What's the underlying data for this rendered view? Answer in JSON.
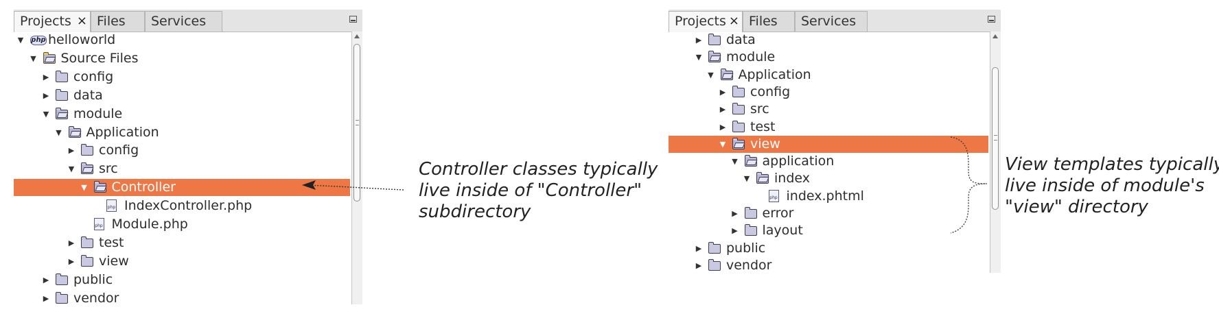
{
  "left_panel": {
    "tabs": [
      {
        "label": "Projects",
        "active": true,
        "close": "×"
      },
      {
        "label": "Files",
        "active": false
      },
      {
        "label": "Services",
        "active": false
      }
    ],
    "rows": [
      {
        "label": "helloworld",
        "level": 0,
        "toggle": "open",
        "icon": "php-project-icon"
      },
      {
        "label": "Source Files",
        "level": 1,
        "toggle": "open",
        "icon": "source-folder-icon"
      },
      {
        "label": "config",
        "level": 2,
        "toggle": "closed",
        "icon": "folder-icon"
      },
      {
        "label": "data",
        "level": 2,
        "toggle": "closed",
        "icon": "folder-icon"
      },
      {
        "label": "module",
        "level": 2,
        "toggle": "open",
        "icon": "folder-open-icon"
      },
      {
        "label": "Application",
        "level": 3,
        "toggle": "open",
        "icon": "folder-open-icon"
      },
      {
        "label": "config",
        "level": 4,
        "toggle": "closed",
        "icon": "folder-icon"
      },
      {
        "label": "src",
        "level": 4,
        "toggle": "open",
        "icon": "folder-open-icon"
      },
      {
        "label": "Controller",
        "level": 5,
        "toggle": "open",
        "icon": "folder-open-icon",
        "selected": true
      },
      {
        "label": "IndexController.php",
        "level": 6,
        "toggle": "none",
        "icon": "php-file-icon"
      },
      {
        "label": "Module.php",
        "level": 5,
        "toggle": "none",
        "icon": "php-file-icon"
      },
      {
        "label": "test",
        "level": 4,
        "toggle": "closed",
        "icon": "folder-icon"
      },
      {
        "label": "view",
        "level": 4,
        "toggle": "closed",
        "icon": "folder-icon"
      },
      {
        "label": "public",
        "level": 2,
        "toggle": "closed",
        "icon": "folder-icon"
      },
      {
        "label": "vendor",
        "level": 2,
        "toggle": "closed",
        "icon": "folder-icon"
      }
    ]
  },
  "right_panel": {
    "tabs": [
      {
        "label": "Projects",
        "active": true,
        "close": "×"
      },
      {
        "label": "Files",
        "active": false
      },
      {
        "label": "Services",
        "active": false
      }
    ],
    "rows": [
      {
        "label": "data",
        "level": 0,
        "toggle": "closed",
        "icon": "folder-icon"
      },
      {
        "label": "module",
        "level": 0,
        "toggle": "open",
        "icon": "folder-open-icon"
      },
      {
        "label": "Application",
        "level": 1,
        "toggle": "open",
        "icon": "folder-open-icon"
      },
      {
        "label": "config",
        "level": 2,
        "toggle": "closed",
        "icon": "folder-icon"
      },
      {
        "label": "src",
        "level": 2,
        "toggle": "closed",
        "icon": "folder-icon"
      },
      {
        "label": "test",
        "level": 2,
        "toggle": "closed",
        "icon": "folder-icon"
      },
      {
        "label": "view",
        "level": 2,
        "toggle": "open",
        "icon": "folder-open-icon",
        "selected": true
      },
      {
        "label": "application",
        "level": 3,
        "toggle": "open",
        "icon": "folder-open-icon"
      },
      {
        "label": "index",
        "level": 4,
        "toggle": "open",
        "icon": "folder-open-icon"
      },
      {
        "label": "index.phtml",
        "level": 5,
        "toggle": "none",
        "icon": "php-file-icon"
      },
      {
        "label": "error",
        "level": 3,
        "toggle": "closed",
        "icon": "folder-icon"
      },
      {
        "label": "layout",
        "level": 3,
        "toggle": "closed",
        "icon": "folder-icon"
      },
      {
        "label": "public",
        "level": 0,
        "toggle": "closed",
        "icon": "folder-icon"
      },
      {
        "label": "vendor",
        "level": 0,
        "toggle": "closed",
        "icon": "folder-icon"
      }
    ]
  },
  "annotations": {
    "controller": [
      "Controller classes typically",
      "live inside of \"Controller\"",
      "subdirectory"
    ],
    "view": [
      "View templates typically",
      "live inside of module's",
      "\"view\" directory"
    ]
  },
  "icons": {
    "php_file_text": "php",
    "php_project_text": "php",
    "toggle_open": "▼",
    "toggle_closed": "▶"
  },
  "colors": {
    "selection": "#ee7845"
  }
}
